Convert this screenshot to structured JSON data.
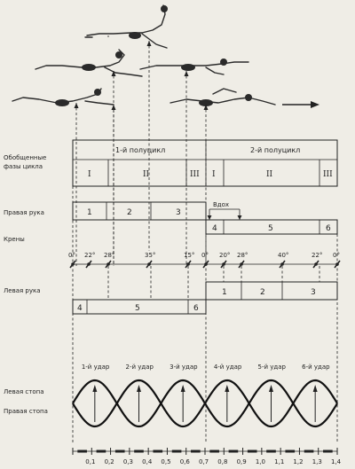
{
  "labels": {
    "phases": [
      "Обобщенные",
      "фазы цикла"
    ],
    "right_arm": "Правая рука",
    "rolls": "Крены",
    "left_arm": "Левая рука",
    "left_foot": "Левая стопа",
    "right_foot": "Правая стопа",
    "half1": "1-й полуцикл",
    "half2": "2-й полуцикл",
    "inhale": "Вдох"
  },
  "phase_roman": [
    "I",
    "II",
    "III",
    "I",
    "II",
    "III"
  ],
  "right_arm_phases": [
    "1",
    "2",
    "3",
    "4",
    "5",
    "6"
  ],
  "left_arm_phases": [
    "1",
    "2",
    "3",
    "4",
    "5",
    "6"
  ],
  "roll_angles": [
    "0°",
    "22°",
    "28°",
    "35°",
    "15°",
    "0°",
    "20°",
    "28°",
    "40°",
    "22°",
    "0°"
  ],
  "kicks": [
    "1-й удар",
    "2-й удар",
    "3-й удар",
    "4-й удар",
    "5-й удар",
    "6-й удар"
  ],
  "time_ticks": [
    "0,1",
    "0,2",
    "0,3",
    "0,4",
    "0,5",
    "0,6",
    "0,7",
    "0,8",
    "0,9",
    "1,0",
    "1,1",
    "1,2",
    "1,3",
    "1,4"
  ],
  "icons": {
    "swimmers": "swimmer-figure-icon",
    "direction": "arrow-right-icon"
  }
}
